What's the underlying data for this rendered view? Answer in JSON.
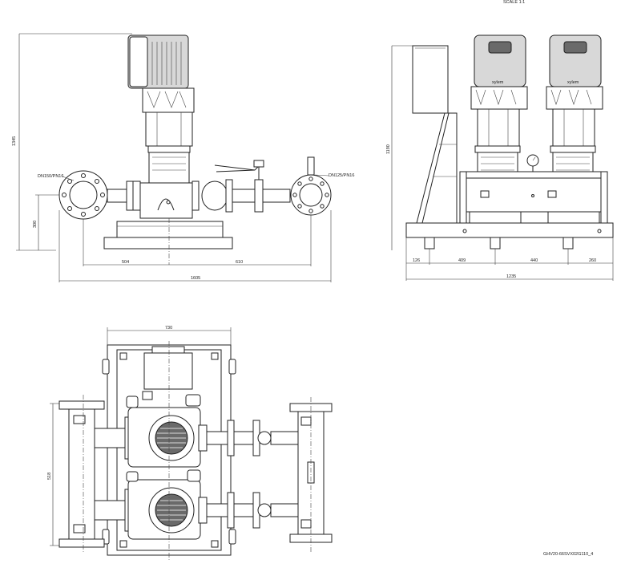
{
  "scale_label": "SCALE 1:1",
  "drawing_code": "GHV20-66SVX02G110_4",
  "front_view": {
    "height_dim": "1345",
    "inlet_label": "DN150/PN16",
    "outlet_label": "DN125/PN16",
    "axis_height_dim": "300",
    "dim_left": "504",
    "dim_right": "610",
    "dim_total": "1605"
  },
  "side_view": {
    "height_dim": "1190",
    "dim_1": "126",
    "dim_2": "409",
    "dim_3": "440",
    "dim_4": "260",
    "dim_total": "1235",
    "brand_left": "xylem",
    "brand_right": "xylem"
  },
  "top_view": {
    "width_dim": "730",
    "depth_dim": "518"
  }
}
